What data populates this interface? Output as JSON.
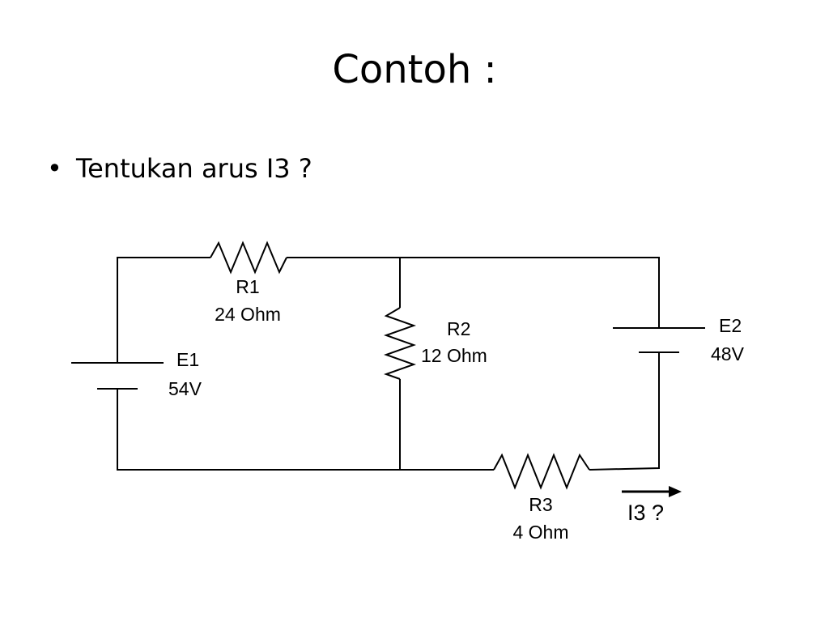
{
  "slide": {
    "title": "Contoh :",
    "bullet_symbol": "•",
    "bullet_text": "Tentukan arus I3 ?"
  },
  "circuit": {
    "components": {
      "R1": {
        "name": "R1",
        "value": "24 Ohm"
      },
      "R2": {
        "name": "R2",
        "value": "12 Ohm"
      },
      "R3": {
        "name": "R3",
        "value": "4 Ohm"
      },
      "E1": {
        "name": "E1",
        "value": "54V"
      },
      "E2": {
        "name": "E2",
        "value": "48V"
      }
    },
    "current_label": "I3 ?"
  },
  "colors": {
    "line": "#000000",
    "background": "#ffffff"
  }
}
